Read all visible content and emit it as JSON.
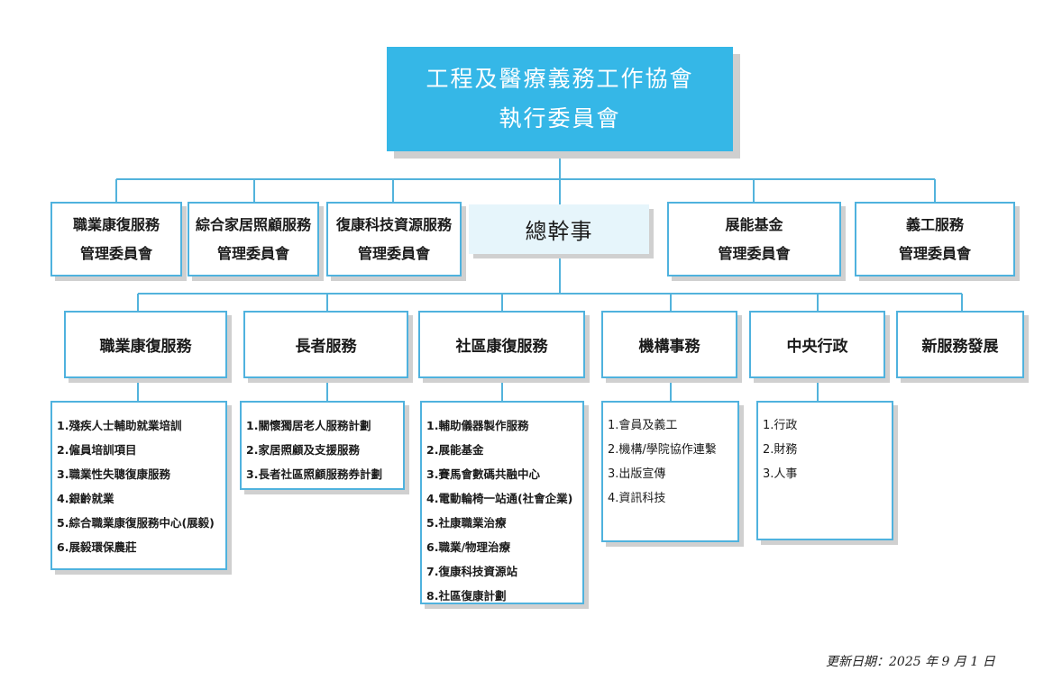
{
  "root": {
    "line1": "工程及醫療義務工作協會",
    "line2": "執行委員會"
  },
  "general_secretary": "總幹事",
  "committees": [
    {
      "line1": "職業康復服務",
      "line2": "管理委員會"
    },
    {
      "line1": "綜合家居照顧服務",
      "line2": "管理委員會"
    },
    {
      "line1": "復康科技資源服務",
      "line2": "管理委員會"
    },
    {
      "line1": "展能基金",
      "line2": "管理委員會"
    },
    {
      "line1": "義工服務",
      "line2": "管理委員會"
    }
  ],
  "departments": [
    {
      "name": "職業康復服務",
      "items": [
        "1.殘疾人士輔助就業培訓",
        "2.僱員培訓項目",
        "3.職業性失聰復康服務",
        "4.銀齡就業",
        "5.綜合職業康復服務中心(展毅)",
        "6.展毅環保農莊"
      ]
    },
    {
      "name": "長者服務",
      "items": [
        "1.關懷獨居老人服務計劃",
        "2.家居照顧及支援服務",
        "3.長者社區照顧服務券計劃"
      ]
    },
    {
      "name": "社區康復服務",
      "items": [
        "1.輔助儀器製作服務",
        "2.展能基金",
        "3.賽馬會數碼共融中心",
        "4.電動輪椅一站通(社會企業)",
        "5.社康職業治療",
        "6.職業/物理治療",
        "7.復康科技資源站",
        "8.社區復康計劃"
      ]
    },
    {
      "name": "機構事務",
      "items": [
        "1.會員及義工",
        "2.機構/學院協作連繫",
        "3.出版宣傳",
        "4.資訊科技"
      ]
    },
    {
      "name": "中央行政",
      "items": [
        "1.行政",
        "2.財務",
        "3.人事"
      ]
    },
    {
      "name": "新服務發展",
      "items": []
    }
  ],
  "footer": "更新日期：2025 年 9 月 1 日",
  "colors": {
    "root_fill": "#35b7e7",
    "border": "#4fb2de",
    "connector": "#53b3dc",
    "secretary_fill": "#e6f5fb"
  }
}
